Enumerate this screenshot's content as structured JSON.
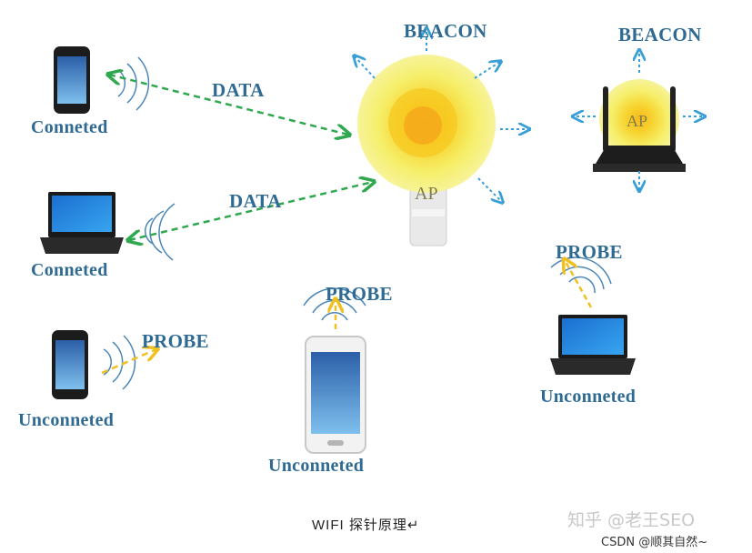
{
  "labels": {
    "beacon_1": "BEACON",
    "beacon_2": "BEACON",
    "data_1": "DATA",
    "data_2": "DATA",
    "probe_center": "PROBE",
    "probe_right": "PROBE",
    "probe_left": "PROBE",
    "ap_main": "AP",
    "ap_router": "AP",
    "phone_connected": "Conneted",
    "laptop_connected": "Conneted",
    "phone_unconnected": "Unconneted",
    "smartphone_unconnected": "Unconneted",
    "laptop_unconnected": "Unconneted"
  },
  "caption": "WIFI 探针原理↵",
  "watermarks": {
    "zhihu": "知乎 @老王SEO",
    "csdn": "CSDN @顺其自然~"
  },
  "colors": {
    "label_blue": "#2f6a93",
    "data_arrow_green": "#2fa84f",
    "beacon_arrow_blue": "#3a9fd6",
    "probe_arrow_yellow": "#f0c020",
    "signal_wave_blue": "#4a86b8",
    "ap_glow_yellow": "#f5ef5a"
  },
  "icons": [
    "smartphone-icon",
    "laptop-icon",
    "access-point-bulb-icon",
    "wifi-router-icon",
    "android-phone-icon"
  ]
}
